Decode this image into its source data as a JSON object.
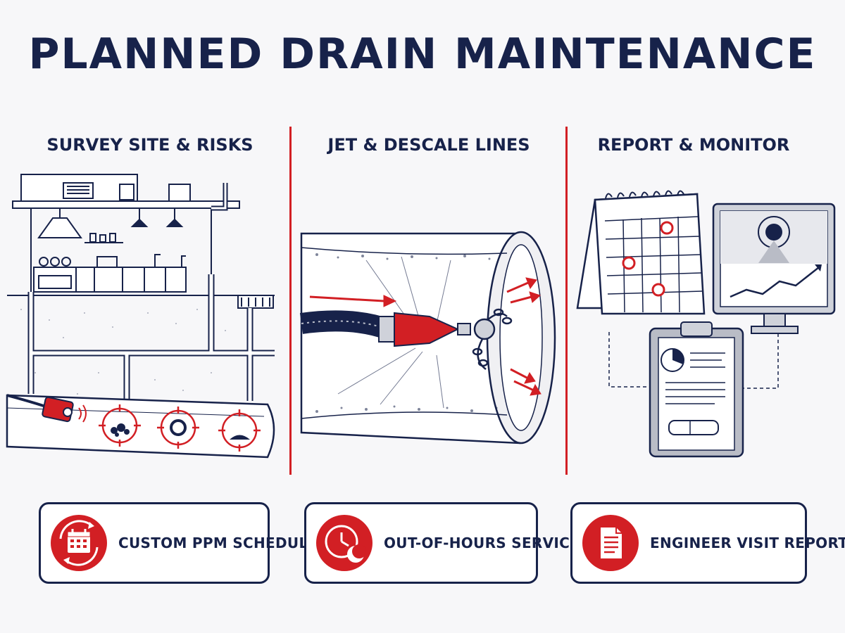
{
  "title": "PLANNED DRAIN MAINTENANCE",
  "colors": {
    "navy": "#17224a",
    "red": "#d21f24",
    "background": "#f7f7f9"
  },
  "columns": [
    {
      "heading": "SURVEY SITE & RISKS"
    },
    {
      "heading": "JET & DESCALE LINES"
    },
    {
      "heading": "REPORT & MONITOR"
    }
  ],
  "features": [
    {
      "label": "CUSTOM PPM SCHEDULE",
      "icon": "calendar-cycle-icon"
    },
    {
      "label": "OUT-OF-HOURS SERVICING",
      "icon": "clock-moon-icon"
    },
    {
      "label": "ENGINEER VISIT REPORTS",
      "icon": "document-icon"
    }
  ]
}
